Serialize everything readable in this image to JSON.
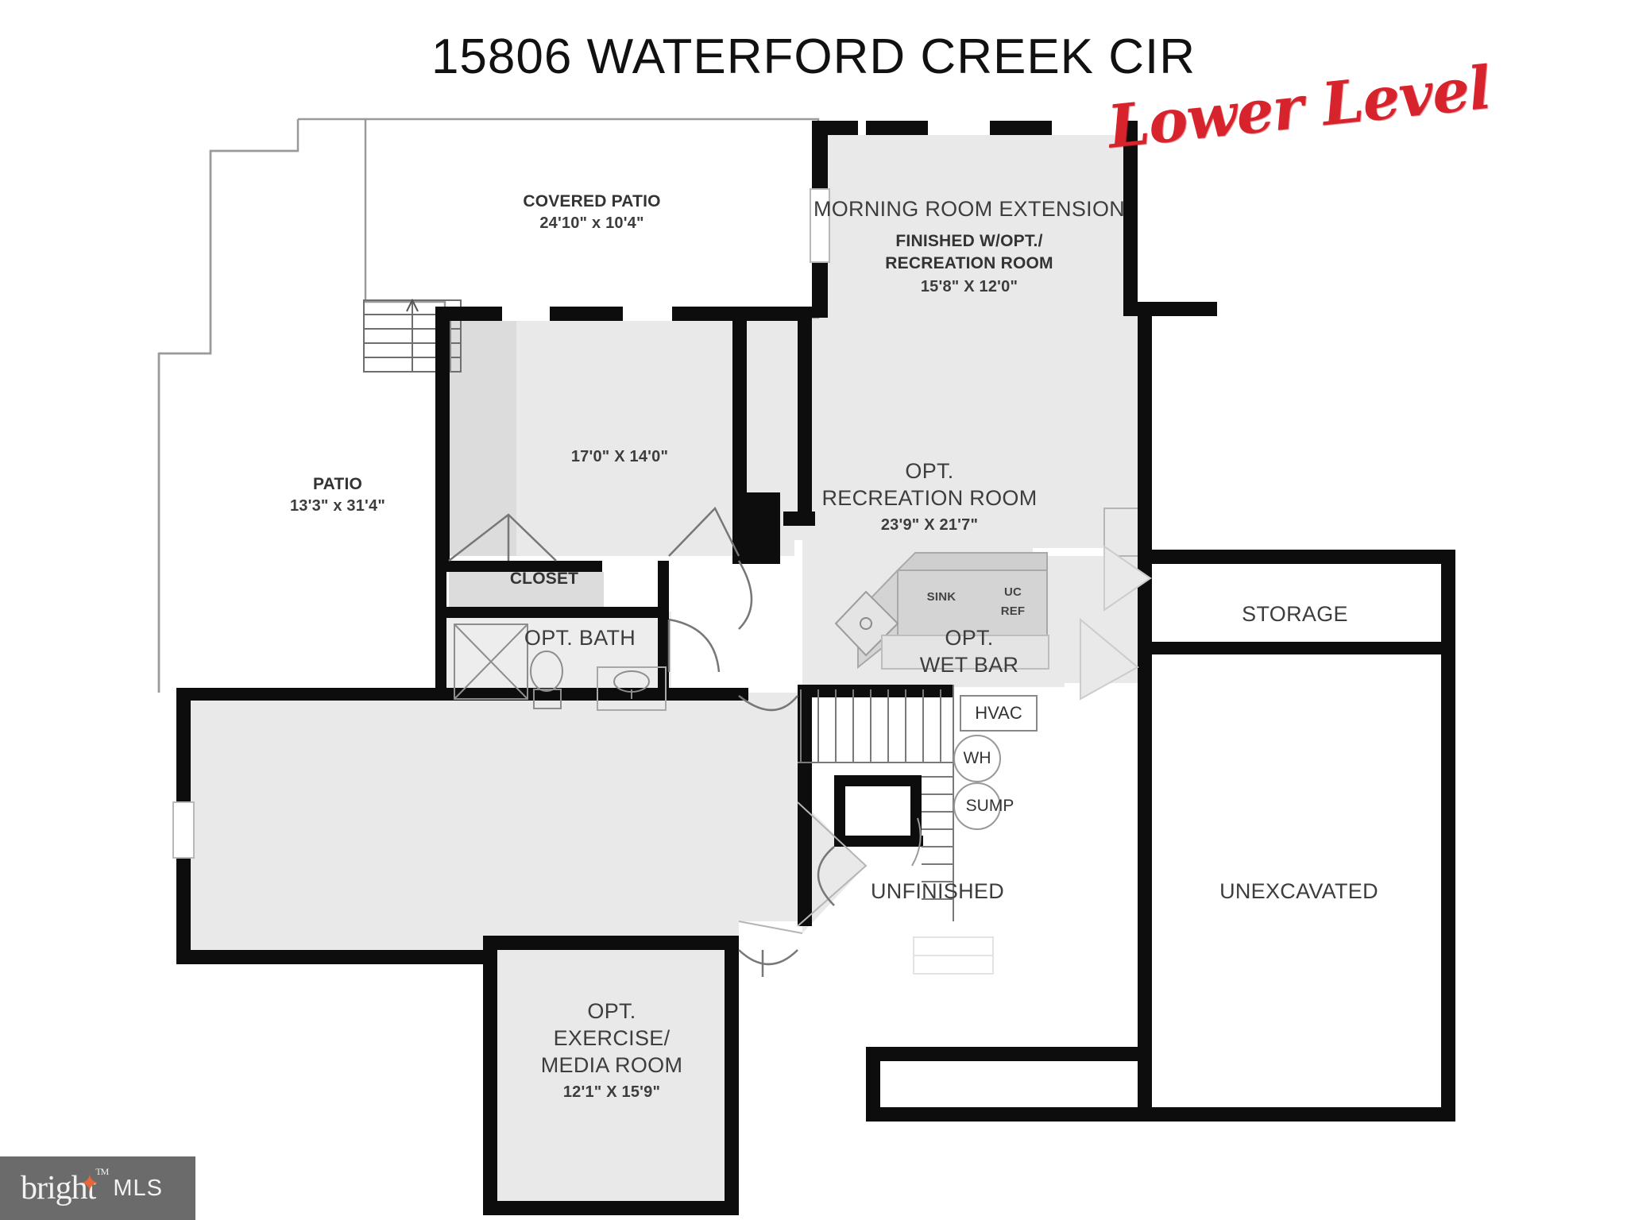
{
  "header": {
    "title": "15806 WATERFORD CREEK CIR",
    "level_script": "Lower Level"
  },
  "watermark": {
    "brand": "bright",
    "star_icon": "star-icon",
    "tm": "TM",
    "suffix": "MLS"
  },
  "rooms": [
    {
      "key": "covered_patio",
      "name": "COVERED PATIO",
      "dimensions": "24'10\" x 10'4\""
    },
    {
      "key": "patio",
      "name": "PATIO",
      "dimensions": "13'3\" x 31'4\""
    },
    {
      "key": "morning_room",
      "name": "MORNING ROOM EXTENSION",
      "line2": "FINISHED W/OPT./",
      "line3": "RECREATION ROOM",
      "dimensions": "15'8\" X 12'0\""
    },
    {
      "key": "unnamed_room",
      "name": "",
      "dimensions": "17'0\" X 14'0\""
    },
    {
      "key": "closet",
      "name": "CLOSET",
      "dimensions": ""
    },
    {
      "key": "opt_bath",
      "name": "OPT. BATH",
      "dimensions": ""
    },
    {
      "key": "opt_rec_room",
      "name": "OPT.",
      "line2": "RECREATION ROOM",
      "dimensions": "23'9\" X 21'7\""
    },
    {
      "key": "opt_wet_bar",
      "name": "OPT.",
      "line2": "WET BAR",
      "dimensions": ""
    },
    {
      "key": "storage",
      "name": "STORAGE",
      "dimensions": ""
    },
    {
      "key": "unfinished",
      "name": "UNFINISHED",
      "dimensions": ""
    },
    {
      "key": "unexcavated",
      "name": "UNEXCAVATED",
      "dimensions": ""
    },
    {
      "key": "opt_exercise",
      "name": "OPT.",
      "line2": "EXERCISE/",
      "line3": "MEDIA ROOM",
      "dimensions": "12'1\" X 15'9\""
    }
  ],
  "labels": {
    "covered_patio_name": "COVERED PATIO",
    "covered_patio_dim": "24'10\" x 10'4\"",
    "patio_name": "PATIO",
    "patio_dim": "13'3\" x 31'4\"",
    "morning_l1": "MORNING ROOM EXTENSION",
    "morning_l2": "FINISHED W/OPT./",
    "morning_l3": "RECREATION ROOM",
    "morning_dim": "15'8\" X 12'0\"",
    "room17_dim": "17'0\" X 14'0\"",
    "closet": "CLOSET",
    "opt_bath": "OPT. BATH",
    "rec_l1": "OPT.",
    "rec_l2": "RECREATION ROOM",
    "rec_dim": "23'9\" X 21'7\"",
    "wetbar_l1": "OPT.",
    "wetbar_l2": "WET BAR",
    "sink": "SINK",
    "uc": "UC",
    "ref": "REF",
    "storage": "STORAGE",
    "unfinished": "UNFINISHED",
    "unexcavated": "UNEXCAVATED",
    "exercise_l1": "OPT.",
    "exercise_l2": "EXERCISE/",
    "exercise_l3": "MEDIA ROOM",
    "exercise_dim": "12'1\" X 15'9\"",
    "hvac": "HVAC",
    "wh": "WH",
    "sump": "SUMP"
  },
  "colors": {
    "wall": "#0d0d0d",
    "floor_fill": "#e9e9e9",
    "counter_fill": "#d4d4d4",
    "script_red": "#d6232c",
    "badge_bg": "#6b6b6b",
    "badge_star": "#e8673a",
    "text": "#3a3a3a"
  }
}
